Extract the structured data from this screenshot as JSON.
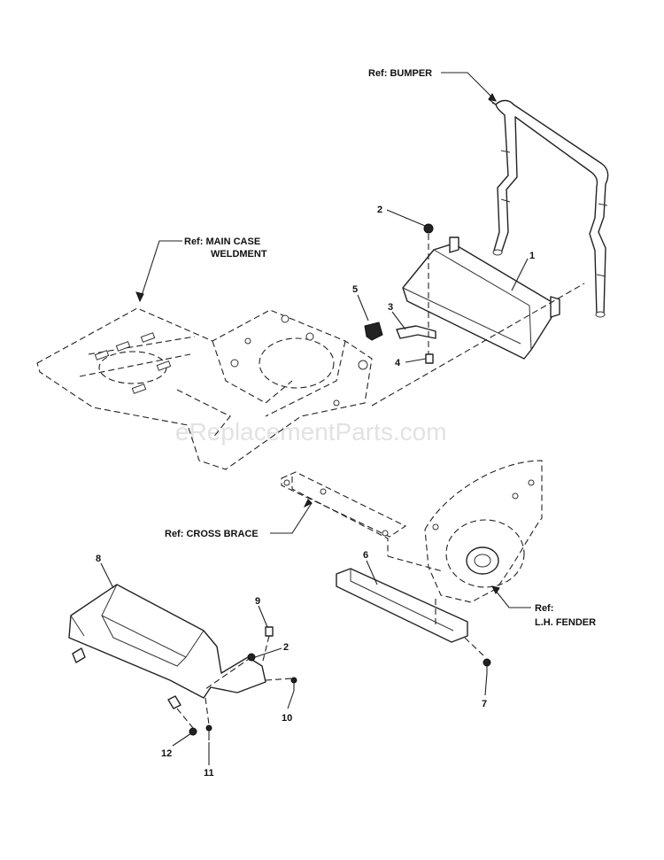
{
  "watermark": "eReplacementParts.com",
  "references": {
    "bumper": "Ref: BUMPER",
    "main_case_line1": "Ref: MAIN CASE",
    "main_case_line2": "WELDMENT",
    "cross_brace": "Ref: CROSS BRACE",
    "fender_line1": "Ref:",
    "fender_line2": "L.H. FENDER"
  },
  "callouts": {
    "c1": "1",
    "c2_top": "2",
    "c2_bottom": "2",
    "c3": "3",
    "c4": "4",
    "c5": "5",
    "c6": "6",
    "c7": "7",
    "c8": "8",
    "c9": "9",
    "c10": "10",
    "c11": "11",
    "c12": "12"
  }
}
